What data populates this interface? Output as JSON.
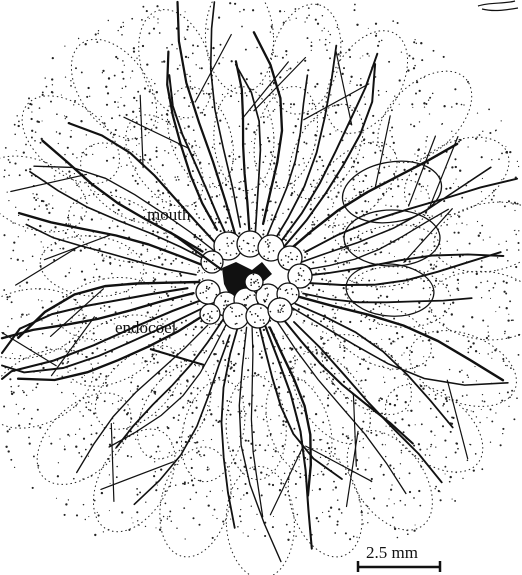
{
  "figure": {
    "labels": {
      "mouth": "mouth",
      "endocoel": "endocoel"
    },
    "scale_bar": {
      "text": "2.5 mm"
    },
    "colors": {
      "ink": "#111111",
      "paper": "#ffffff"
    }
  }
}
